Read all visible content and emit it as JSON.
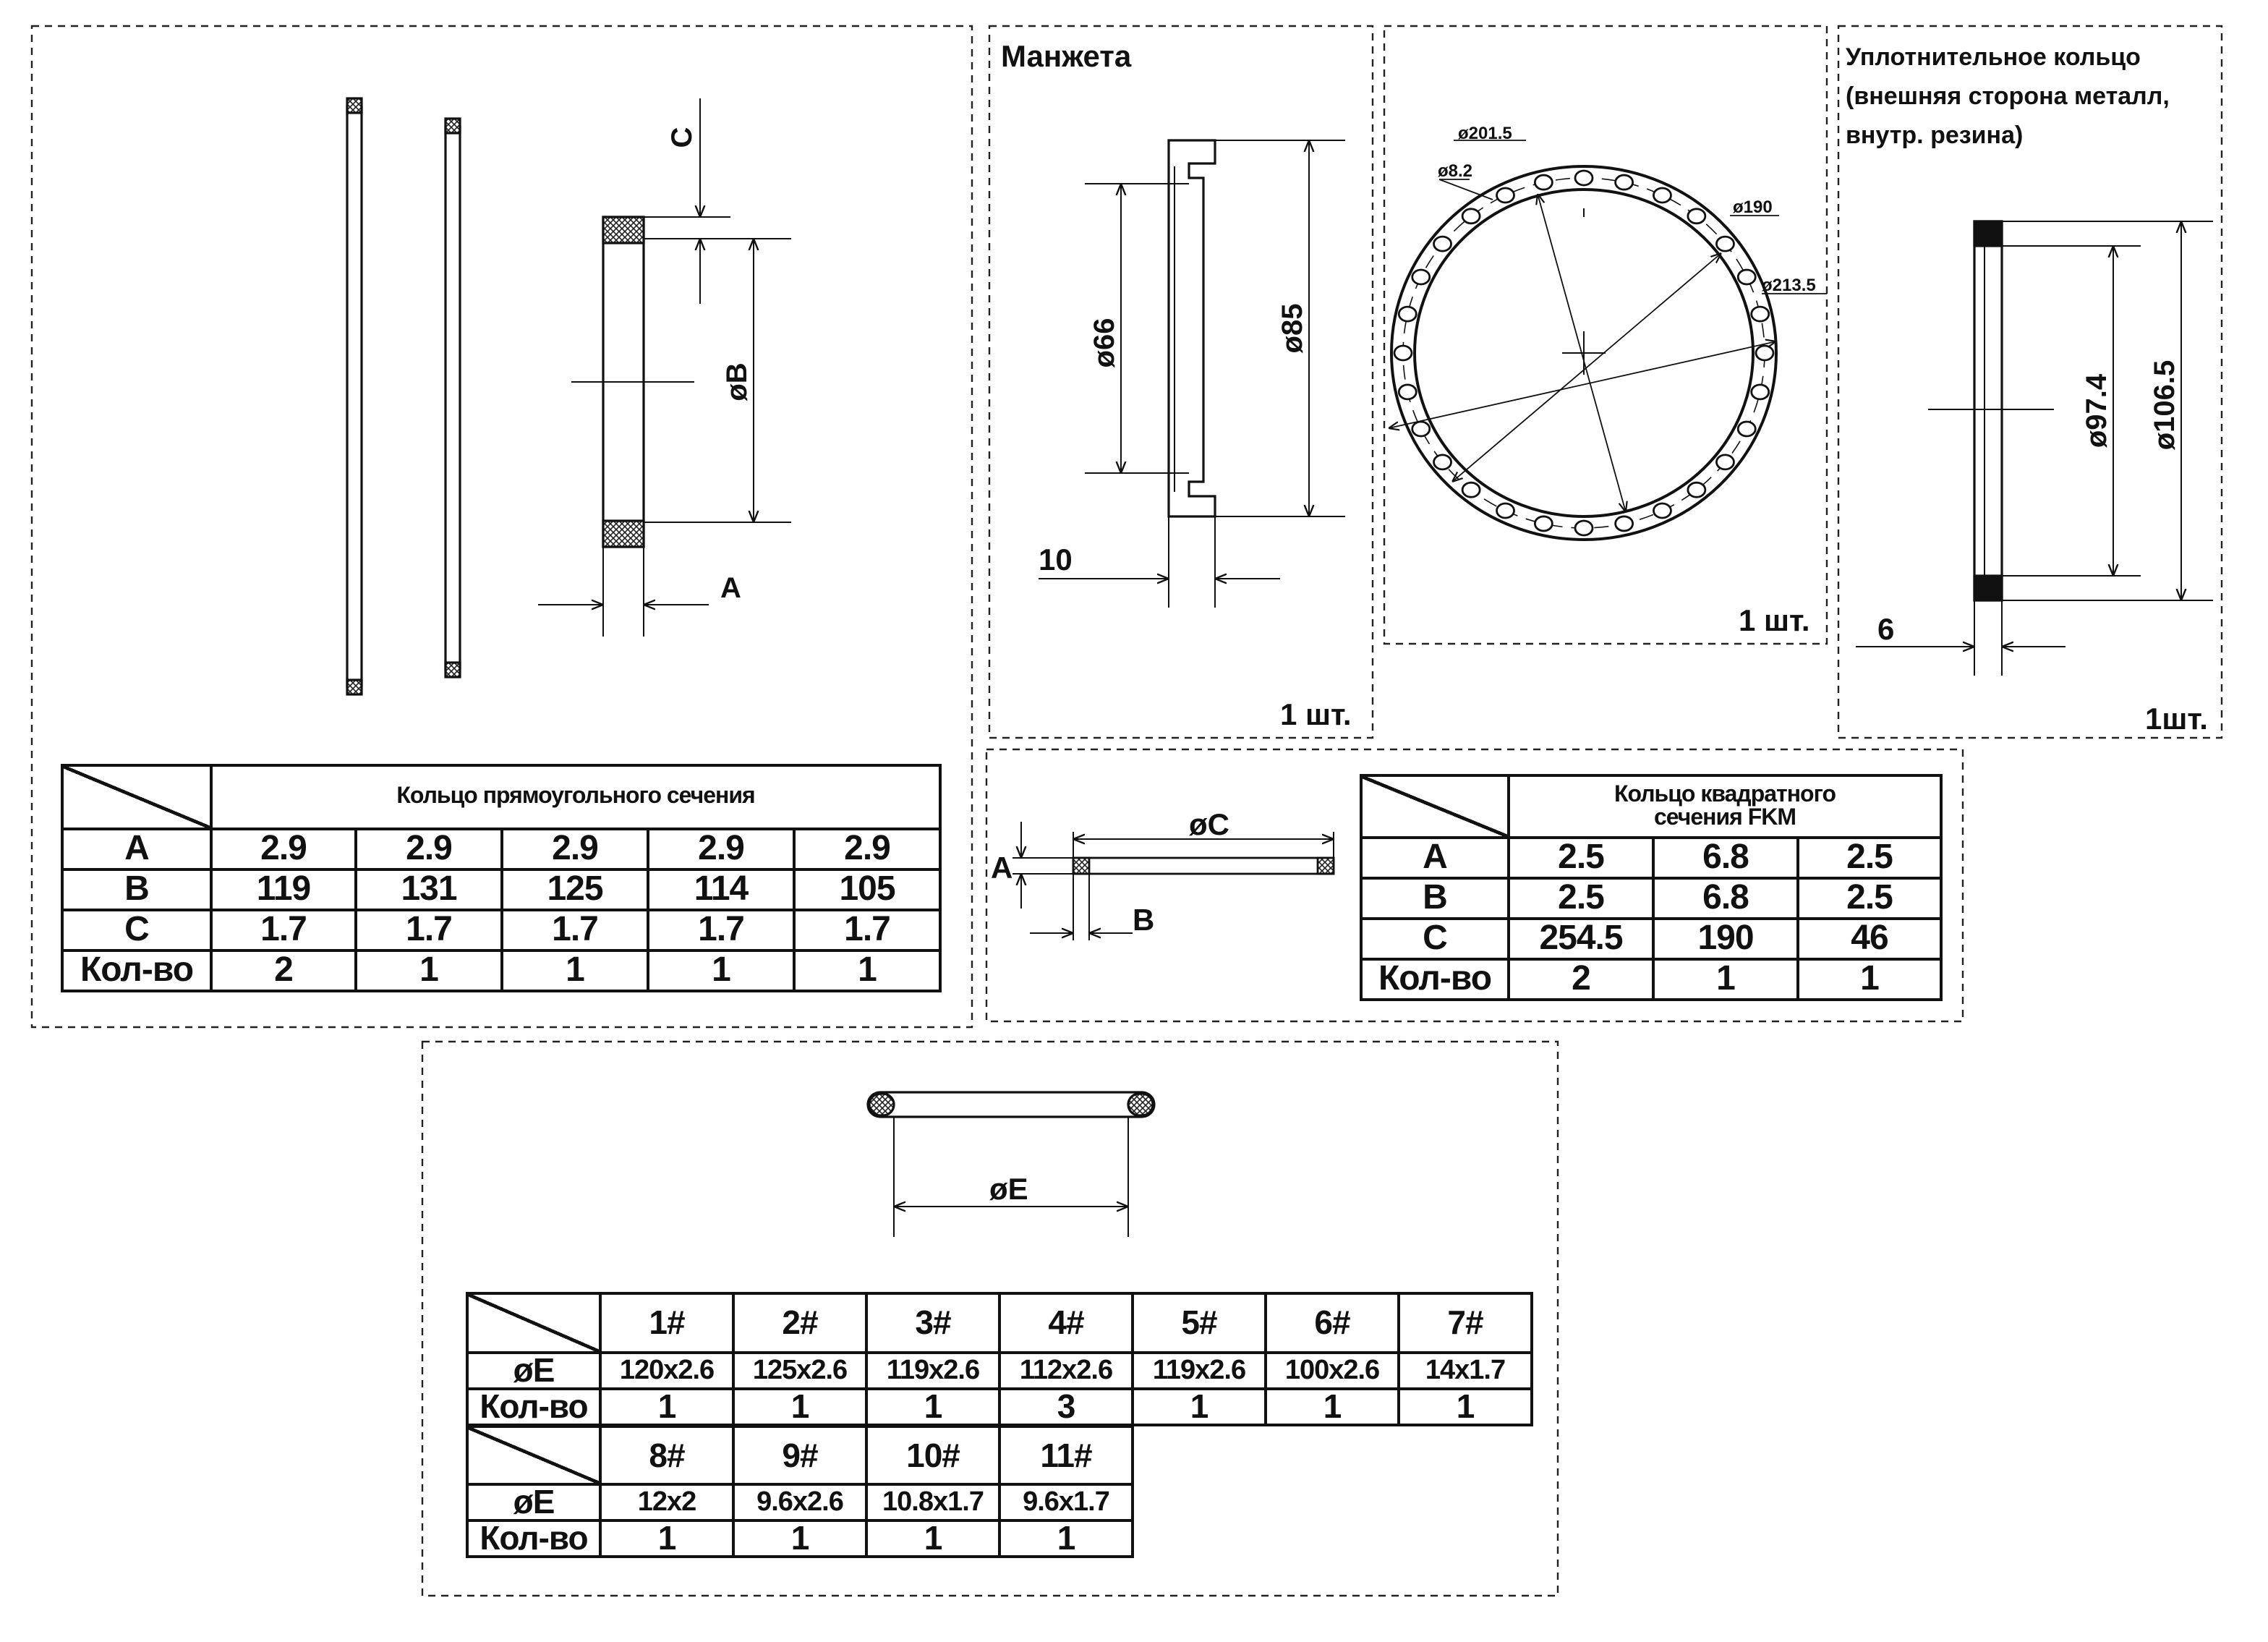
{
  "panel_rect_rings": {
    "dims": {
      "a": "A",
      "b": "øB",
      "c": "C"
    },
    "table": {
      "title": "Кольцо прямоугольного сечения",
      "rows": [
        {
          "label": "A",
          "values": [
            "2.9",
            "2.9",
            "2.9",
            "2.9",
            "2.9"
          ]
        },
        {
          "label": "B",
          "values": [
            "119",
            "131",
            "125",
            "114",
            "105"
          ]
        },
        {
          "label": "C",
          "values": [
            "1.7",
            "1.7",
            "1.7",
            "1.7",
            "1.7"
          ]
        },
        {
          "label": "Кол-во",
          "values": [
            "2",
            "1",
            "1",
            "1",
            "1"
          ]
        }
      ]
    }
  },
  "panel_cuff": {
    "title": "Манжета",
    "dim_inner": "ø66",
    "dim_outer": "ø85",
    "dim_width": "10",
    "qty": "1 шт."
  },
  "panel_flange": {
    "dim_bolt_circle": "ø201.5",
    "dim_hole": "ø8.2",
    "dim_inner": "ø190",
    "dim_outer": "ø213.5",
    "qty": "1 шт."
  },
  "panel_seal": {
    "title_lines": [
      "Уплотнительное кольцо",
      "(внешняя сторона металл,",
      "внутр. резина)"
    ],
    "dim_inner": "ø97.4",
    "dim_outer": "ø106.5",
    "dim_width": "6",
    "qty": "1шт."
  },
  "panel_square_rings": {
    "dims": {
      "a": "A",
      "b": "B",
      "c": "øC"
    },
    "table": {
      "title_lines": [
        "Кольцо квадратного",
        "сечения FKM"
      ],
      "rows": [
        {
          "label": "A",
          "values": [
            "2.5",
            "6.8",
            "2.5"
          ]
        },
        {
          "label": "B",
          "values": [
            "2.5",
            "6.8",
            "2.5"
          ]
        },
        {
          "label": "C",
          "values": [
            "254.5",
            "190",
            "46"
          ]
        },
        {
          "label": "Кол-во",
          "values": [
            "2",
            "1",
            "1"
          ]
        }
      ]
    }
  },
  "panel_orings": {
    "dim": "øE",
    "tables": [
      {
        "headers": [
          "1#",
          "2#",
          "3#",
          "4#",
          "5#",
          "6#",
          "7#"
        ],
        "rows": [
          {
            "label": "øE",
            "values": [
              "120x2.6",
              "125x2.6",
              "119x2.6",
              "112x2.6",
              "119x2.6",
              "100x2.6",
              "14x1.7"
            ]
          },
          {
            "label": "Кол-во",
            "values": [
              "1",
              "1",
              "1",
              "3",
              "1",
              "1",
              "1"
            ]
          }
        ]
      },
      {
        "headers": [
          "8#",
          "9#",
          "10#",
          "11#"
        ],
        "rows": [
          {
            "label": "øE",
            "values": [
              "12x2",
              "9.6x2.6",
              "10.8x1.7",
              "9.6x1.7"
            ]
          },
          {
            "label": "Кол-во",
            "values": [
              "1",
              "1",
              "1",
              "1"
            ]
          }
        ]
      }
    ]
  }
}
